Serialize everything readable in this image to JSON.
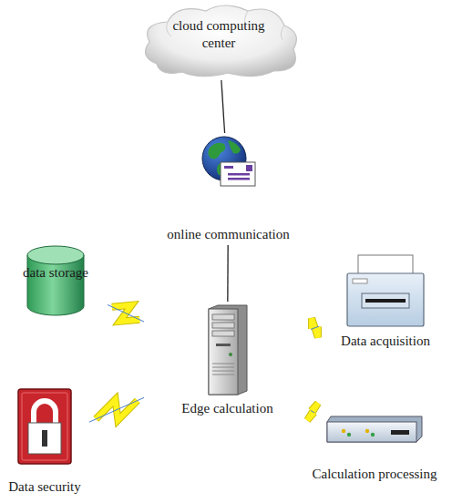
{
  "diagram": {
    "nodes": [
      {
        "text": [
          "cloud computing center"
        ]
      },
      {
        "text": [
          "online communication"
        ]
      },
      {
        "text": [
          "data storage"
        ]
      },
      {
        "text": [
          "Data acquisition"
        ]
      },
      {
        "text": [
          "Edge calculation"
        ]
      },
      {
        "text": [
          "Data security"
        ]
      },
      {
        "text": [
          "Calculation processing"
        ]
      }
    ],
    "edges": [
      {
        "from": 0,
        "to": 1,
        "arrow": "none"
      },
      {
        "from": 1,
        "to": 4,
        "arrow": "none"
      },
      {
        "from": 4,
        "to": 2,
        "arrow": "none"
      },
      {
        "from": 4,
        "to": 3,
        "arrow": "none"
      },
      {
        "from": 4,
        "to": 5,
        "arrow": "none"
      },
      {
        "from": 4,
        "to": 6,
        "arrow": "none"
      }
    ]
  }
}
